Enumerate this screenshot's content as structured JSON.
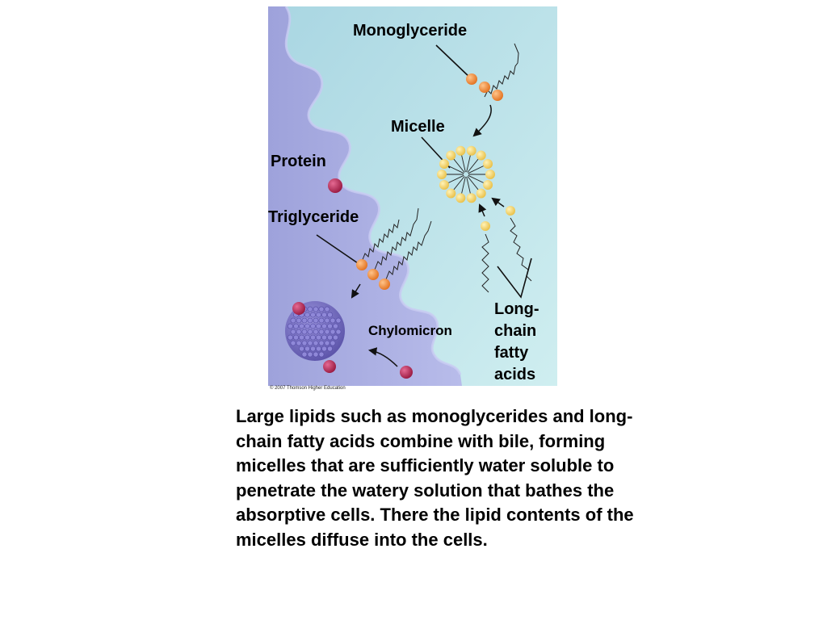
{
  "figure": {
    "labels": {
      "monoglyceride": "Monoglyceride",
      "micelle": "Micelle",
      "protein": "Protein",
      "triglyceride": "Triglyceride",
      "chylomicron": "Chylomicron",
      "long_chain_fatty_acids": "Long-\nchain\nfatty\nacids"
    },
    "copyright": "© 2007 Thomson Higher Education",
    "colors": {
      "background_water": "#b9e0e6",
      "cell": "#aaaee0",
      "glycerol_orange": "#ef8530",
      "fatty_acid_head_yellow": "#f5d36c",
      "protein_magenta": "#b8305f",
      "chylomicron_purple": "#7a72c6"
    }
  },
  "caption": "Large lipids such as monoglycerides and long-chain fatty acids combine with bile, forming micelles that are sufficiently water soluble to penetrate the watery solution that bathes the absorptive cells. There the lipid contents of the micelles diffuse into the cells."
}
